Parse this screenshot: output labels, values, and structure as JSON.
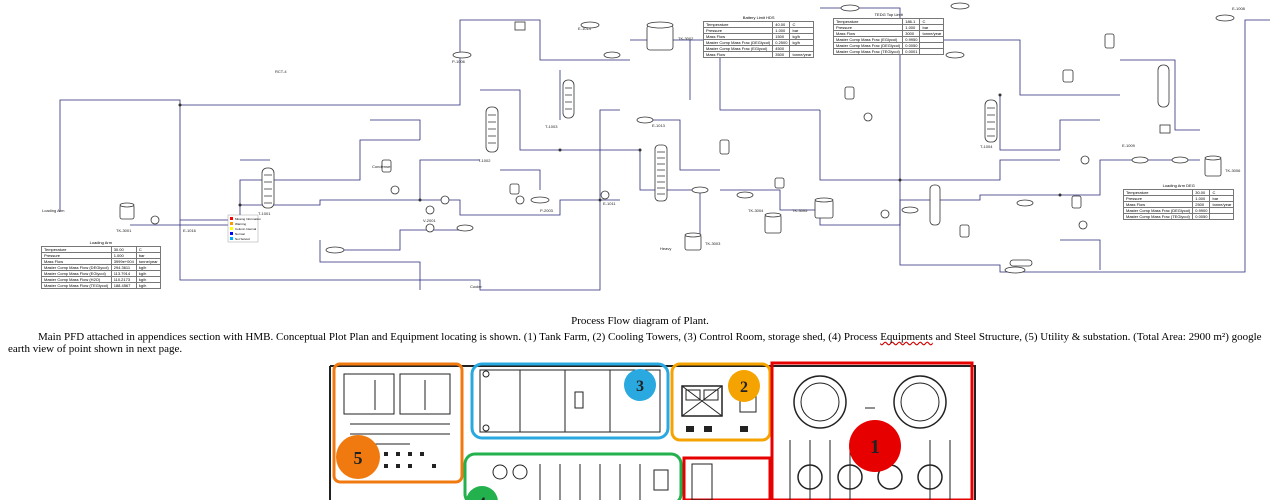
{
  "caption": "Process Flow diagram of Plant.",
  "paragraph": {
    "part1": "Main PFD attached in appendices section with HMB. Conceptual Plot Plan and Equipment locating is shown. (1) Tank Farm, (2) Cooling Towers, (3) Control Room, storage shed, (4) Process ",
    "misspelled": "Equipments",
    "part2": " and Steel Structure, (5) Utility & substation. (Total Area: 2900 m²) google earth view of point shown in next page."
  },
  "pfd": {
    "colors": {
      "line": "#2a2a7a",
      "equipment": "#333333",
      "stream_label": "#222222"
    },
    "equipment_tags": {
      "tk_3001": "TK-3001",
      "tk_3002": "TK-3002",
      "tk_3003": "TK-3003",
      "tk_3004": "TK-3004",
      "tk_3005": "TK-3005",
      "tk_3006": "TK-3006",
      "t_1001": "T-1001",
      "t_1002": "T-1002",
      "t_1003": "T-1003",
      "t_1004": "T-1004",
      "e_1014": "E-1014",
      "e_1013": "E-1013",
      "e_1011": "E-1011",
      "p_1006": "P-1006",
      "p_2003": "P-2003",
      "v_2001": "V-2001",
      "e_1016": "E-1016",
      "e_1008": "E-1008",
      "e_1009": "E-1009",
      "rct_4": "RCT-4",
      "loading_arm": "Loading Arm",
      "condenser": "Condenser",
      "heavy": "Heavy",
      "cooler": "Cooler"
    },
    "tables": {
      "battery_limit": {
        "title": "Battery Limit HDS",
        "rows": [
          [
            "Temperature",
            "40.00",
            "C"
          ],
          [
            "Pressure",
            "1.000",
            "bar"
          ],
          [
            "Mass Flow",
            "1500",
            "kg/h"
          ],
          [
            "Master Comp Mass Frac (DEGlycol)",
            "0.2500",
            "kg/h"
          ],
          [
            "Master Comp Mass Frac (EGlycol)",
            "4500",
            ""
          ],
          [
            "Mass Flow",
            "3500",
            "tonne/year"
          ]
        ]
      },
      "tedg_top": {
        "title": "TEDG Top Limit",
        "rows": [
          [
            "Temperature",
            "186.1",
            "C"
          ],
          [
            "Pressure",
            "1.000",
            "bar"
          ],
          [
            "Mass Flow",
            "3000",
            "tonne/year"
          ],
          [
            "Master Comp Mass Frac (EGlycol)",
            "0.9950",
            ""
          ],
          [
            "Master Comp Mass Frac (DEGlycol)",
            "0.0050",
            ""
          ],
          [
            "Master Comp Mass Frac (TEGlycol)",
            "0.0001",
            ""
          ]
        ]
      },
      "loading_arm_left": {
        "title": "Loading Arm",
        "rows": [
          [
            "Temperature",
            "30.00",
            "C"
          ],
          [
            "Pressure",
            "1.000",
            "bar"
          ],
          [
            "Mass Flow",
            "3999e+004",
            "tonne/year"
          ],
          [
            "Master Comp Mass Flow (DEGlycol)",
            "294.3611",
            "kg/h"
          ],
          [
            "Master Comp Mass Flow (EGlycol)",
            "113.7914",
            "kg/h"
          ],
          [
            "Master Comp Mass Flow (H2O)",
            "110.2173",
            "kg/h"
          ],
          [
            "Master Comp Mass Flow (TEGlycol)",
            "188.4567",
            "kg/h"
          ]
        ]
      },
      "loading_arm_right": {
        "title": "Loading Arm DEG",
        "rows": [
          [
            "Temperature",
            "30.00",
            "C"
          ],
          [
            "Pressure",
            "1.000",
            "bar"
          ],
          [
            "Mass Flow",
            "2500",
            "tonne/year"
          ],
          [
            "Master Comp Mass Frac (DEGlycol)",
            "0.9900",
            ""
          ],
          [
            "Master Comp Mass Frac (TEGlycol)",
            "0.0050",
            ""
          ]
        ]
      }
    },
    "legend": [
      {
        "label": "Missing Information",
        "color": "#ff0000"
      },
      {
        "label": "Warning",
        "color": "#ff9900"
      },
      {
        "label": "Column Internal",
        "color": "#ffff00"
      },
      {
        "label": "Normal",
        "color": "#0000ff"
      },
      {
        "label": "Not Solved",
        "color": "#00aaff"
      }
    ]
  },
  "plot_plan": {
    "zones": [
      {
        "id": "1",
        "color": "#e60000"
      },
      {
        "id": "2",
        "color": "#f5a300"
      },
      {
        "id": "3",
        "color": "#2aa8e0"
      },
      {
        "id": "4",
        "color": "#22b14c"
      },
      {
        "id": "5",
        "color": "#f07a10"
      }
    ]
  }
}
